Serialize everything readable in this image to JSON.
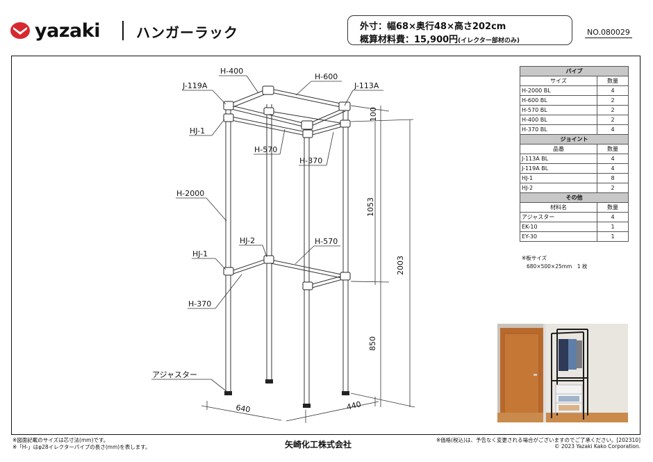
{
  "header": {
    "brand": "yazaki",
    "title": "ハンガーラック",
    "spec_line1": "外寸：幅68×奥行48×高さ202cm",
    "spec_line2": "概算材料費：15,900円",
    "spec_line2_note": "(イレクター部材のみ)",
    "doc_no": "NO.080029"
  },
  "drawing": {
    "labels": {
      "h400": "H-400",
      "h600": "H-600",
      "j119a": "J-119A",
      "j113a": "J-113A",
      "hj1_top": "HJ-1",
      "h570_top": "H-570",
      "h370_top": "H-370",
      "h2000": "H-2000",
      "hj2": "HJ-2",
      "h570_mid": "H-570",
      "hj1_mid": "HJ-1",
      "h370_mid": "H-370",
      "adjuster": "アジャスター"
    },
    "dimensions": {
      "d100": "100",
      "d1053": "1053",
      "d2003": "2003",
      "d850": "850",
      "d640": "640",
      "d440": "440"
    }
  },
  "parts_table": {
    "pipe": {
      "section": "パイプ",
      "col_name": "サイズ",
      "col_qty": "数量",
      "rows": [
        {
          "name": "H-2000 BL",
          "qty": "4"
        },
        {
          "name": "H-600 BL",
          "qty": "2"
        },
        {
          "name": "H-570 BL",
          "qty": "2"
        },
        {
          "name": "H-400 BL",
          "qty": "2"
        },
        {
          "name": "H-370 BL",
          "qty": "4"
        }
      ]
    },
    "joint": {
      "section": "ジョイント",
      "col_name": "品番",
      "col_qty": "数量",
      "rows": [
        {
          "name": "J-113A BL",
          "qty": "4"
        },
        {
          "name": "J-119A BL",
          "qty": "4"
        },
        {
          "name": "HJ-1",
          "qty": "8"
        },
        {
          "name": "HJ-2",
          "qty": "2"
        }
      ]
    },
    "other": {
      "section": "その他",
      "col_name": "材料名",
      "col_qty": "数量",
      "rows": [
        {
          "name": "アジャスター",
          "qty": "4"
        },
        {
          "name": "EK-10",
          "qty": "1"
        },
        {
          "name": "EY-30",
          "qty": "1"
        }
      ]
    }
  },
  "board": {
    "title": "※板サイズ",
    "size": "680×500×25mm　1 枚"
  },
  "footer": {
    "note1": "※図面記載のサイズは芯寸法(mm)です。",
    "note2": "※「H-」はφ28イレクターパイプの長さ(mm)を表します。",
    "company": "矢崎化工株式会社",
    "price_note": "※価格(税込)は、予告なく変更される場合がございますのでご了承ください。[202310]",
    "copyright": "© 2023 Yazaki Kako  Corporation."
  },
  "colors": {
    "brand_red": "#d7282f",
    "section_gray": "#c8c8c8"
  }
}
